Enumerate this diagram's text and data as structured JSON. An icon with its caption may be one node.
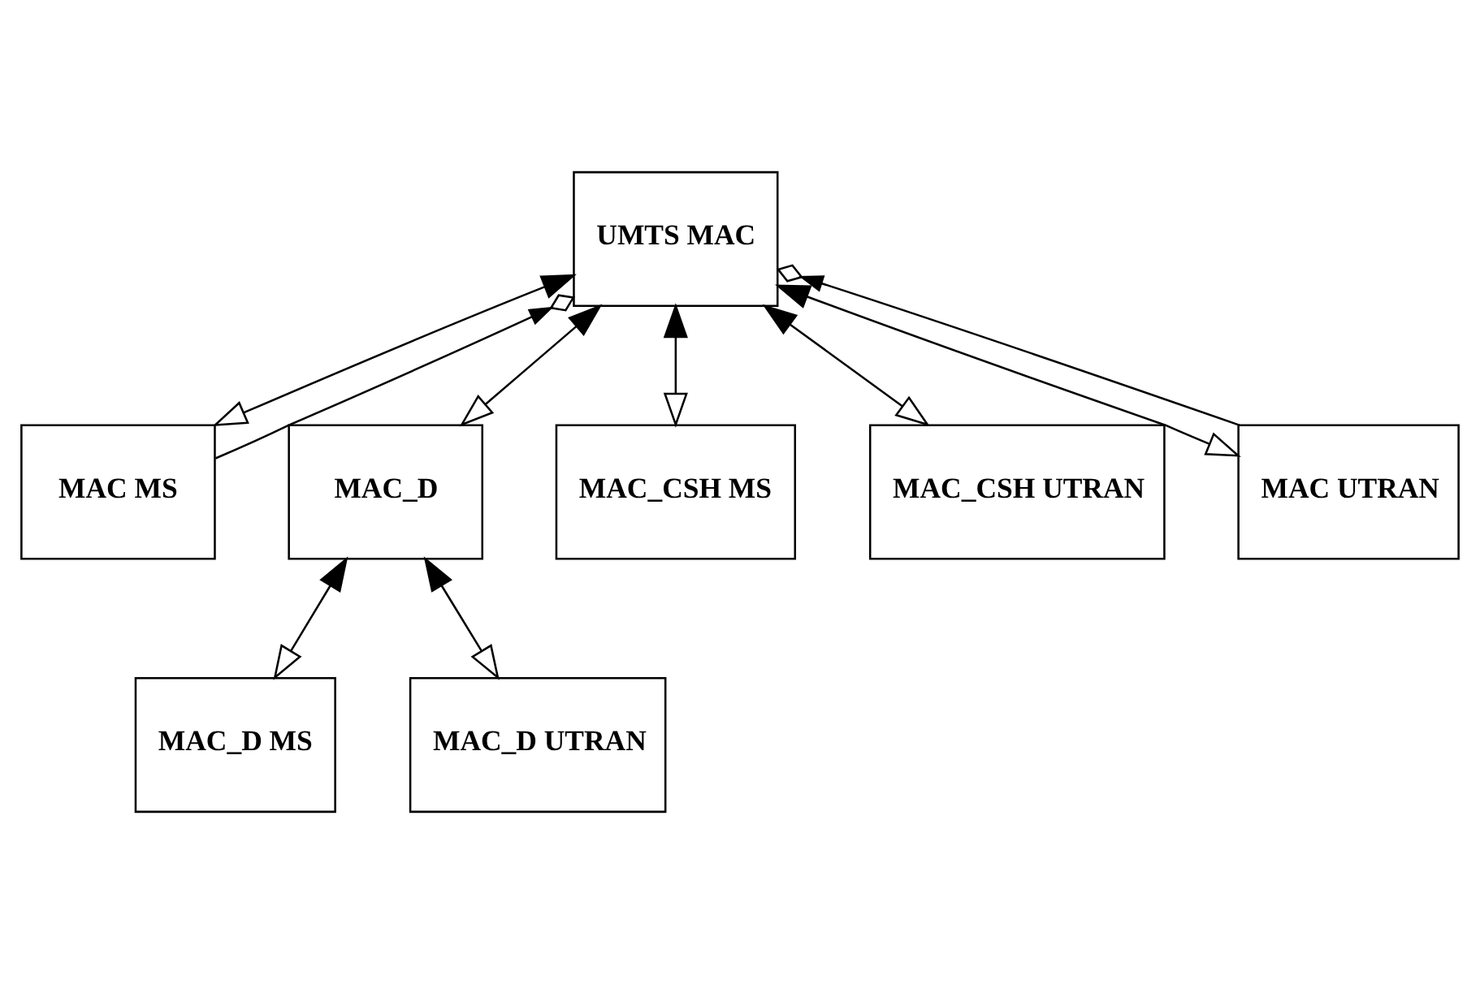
{
  "diagram": {
    "nodes": [
      {
        "text": [
          "UMTS MAC"
        ]
      },
      {
        "text": [
          "MAC MS"
        ]
      },
      {
        "text": [
          "MAC_D"
        ]
      },
      {
        "text": [
          "MAC_CSH MS"
        ]
      },
      {
        "text": [
          "MAC_CSH UTRAN"
        ]
      },
      {
        "text": [
          "MAC UTRAN"
        ]
      },
      {
        "text": [
          "MAC_D MS"
        ]
      },
      {
        "text": [
          "MAC_D UTRAN"
        ]
      }
    ],
    "edges": [
      {
        "from": 1,
        "to": 0,
        "arrow": "both"
      },
      {
        "from": 2,
        "to": 0,
        "arrow": "both"
      },
      {
        "from": 3,
        "to": 0,
        "arrow": "both"
      },
      {
        "from": 4,
        "to": 0,
        "arrow": "both"
      },
      {
        "from": 5,
        "to": 0,
        "arrow": "both"
      },
      {
        "from": 1,
        "to": 0,
        "arrow": "to"
      },
      {
        "from": 5,
        "to": 0,
        "arrow": "to"
      },
      {
        "from": 6,
        "to": 2,
        "arrow": "both"
      },
      {
        "from": 7,
        "to": 2,
        "arrow": "both"
      }
    ]
  }
}
